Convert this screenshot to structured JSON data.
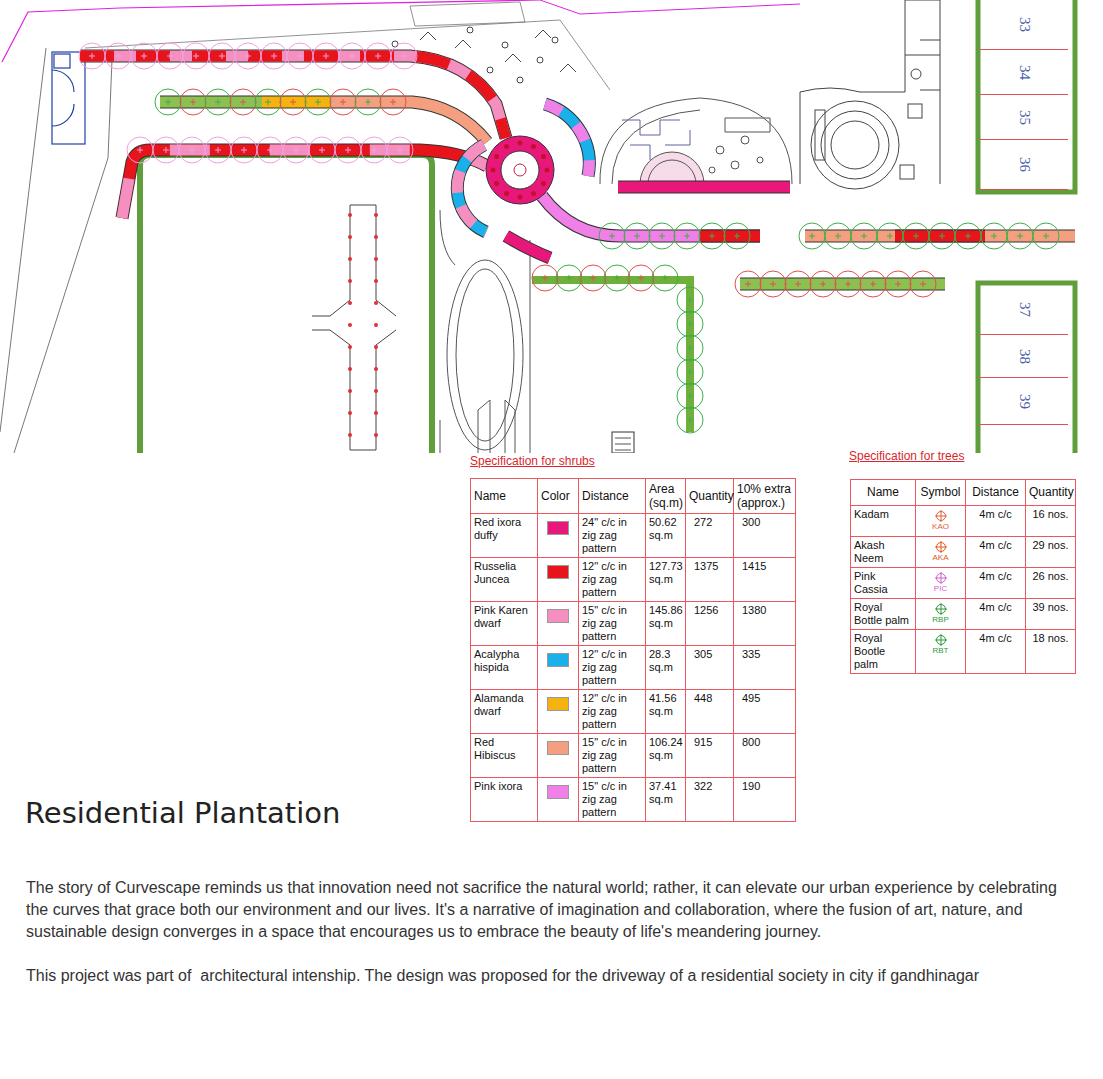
{
  "diagram": {
    "title": "Residential Plantation",
    "nodes": [
      {
        "text": [
          "33"
        ]
      },
      {
        "text": [
          "34"
        ]
      },
      {
        "text": [
          "35"
        ]
      },
      {
        "text": [
          "36"
        ]
      },
      {
        "text": [
          "37"
        ]
      },
      {
        "text": [
          "38"
        ]
      },
      {
        "text": [
          "39"
        ]
      }
    ],
    "labels": [
      "Specification for shrubs",
      "Name",
      "Color",
      "Distance",
      "Area (sq.m)",
      "Quantity",
      "10% extra (approx.)",
      "24\" c/c in zig zag pattern",
      "50.62 sq.m",
      "272",
      "300",
      "12\" c/c in zig zag pattern",
      "127.73 sq.m",
      "1375",
      "1415",
      "15\" c/c in zig zag pattern",
      "145.86 sq.m",
      "1256",
      "1380",
      "12\" c/c in zig zag pattern",
      "28.3 sq.m",
      "305",
      "335",
      "12\" c/c in zig zag pattern",
      "41.56 sq.m",
      "448",
      "495",
      "15\" c/c in zig zag pattern",
      "106.24 sq.m",
      "915",
      "800",
      "15\" c/c in zig zag pattern",
      "37.41 sq.m",
      "322",
      "190",
      "Specification for trees",
      "Name",
      "Symbol",
      "Distance",
      "Quantity",
      "Kadam",
      "KAO",
      "4m c/c",
      "16 nos.",
      "Akash Neem",
      "AKA",
      "4m c/c",
      "29 nos.",
      "Pink Cassia",
      "PIC",
      "4m c/c",
      "26 nos.",
      "Royal Bottle palm",
      "RBP",
      "4m c/c",
      "39 nos.",
      "Royal Bootle palm",
      "RBT",
      "4m c/c",
      "18 nos.",
      "The story of Curvescape reminds us that innovation need not sacrifice the natural world; rather, it can elevate our urban experience by celebrating the curves that grace both our environment and our lives. It's a narrative of imagination and collaboration, where the fusion of art, nature, and sustainable design converges in a space that encourages us to embrace the beauty of life's meandering journey.",
      "This project was part of  architectural intenship. The design was proposed for the driveway of a residential society in city if gandhinagar"
    ],
    "legend": [
      {
        "text": "Red ixora duffy",
        "color": "#e8177a"
      },
      {
        "text": "Russelia Juncea",
        "color": "#e8141b"
      },
      {
        "text": "Pink Karen dwarf",
        "color": "#f48fbf"
      },
      {
        "text": "Acalypha hispida",
        "color": "#1ab0ea"
      },
      {
        "text": "Alamanda dwarf",
        "color": "#f5b30f"
      },
      {
        "text": "Red Hibiscus",
        "color": "#f4a080"
      },
      {
        "text": "Pink ixora",
        "color": "#f080e8"
      }
    ]
  }
}
